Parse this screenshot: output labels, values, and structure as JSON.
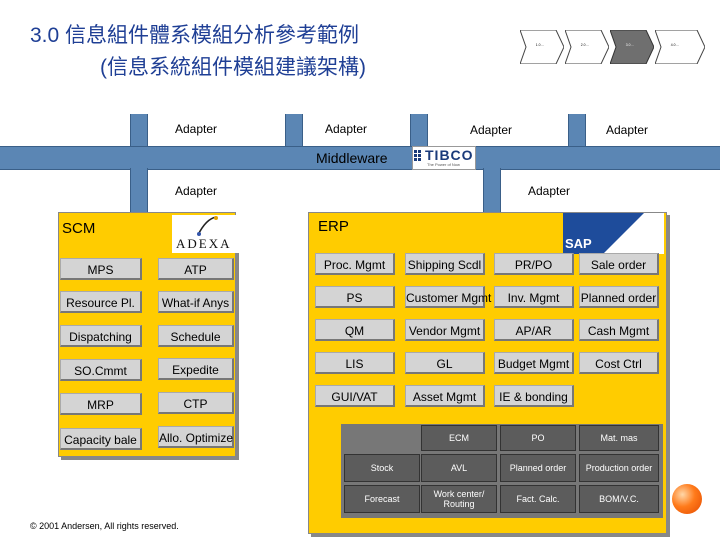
{
  "title": {
    "line1": "3.0  信息組件體系模組分析參考範例",
    "line2": "(信息系統組件模組建議架構)"
  },
  "steps": [
    {
      "label": "1.0 ..."
    },
    {
      "label": "2.0 ..."
    },
    {
      "label": "3.0 ..."
    },
    {
      "label": "4.0 ..."
    }
  ],
  "colors": {
    "bus": "#5b86b4",
    "panel": "#ffcc00",
    "module_box": "#d4d4d4",
    "dark_box": "#5c5c5c",
    "title": "#1f3f95"
  },
  "top_adapters": [
    "Adapter",
    "Adapter",
    "Adapter",
    "Adapter"
  ],
  "middleware": {
    "label": "Middleware",
    "logo": "TIBCO",
    "logo_tagline": "The Power of Now"
  },
  "bottom_adapters": [
    "Adapter",
    "Adapter"
  ],
  "scm": {
    "title": "SCM",
    "logo": "ADEXA",
    "left_col": [
      "MPS",
      "Resource Pl.",
      "Dispatching",
      "SO.Cmmt",
      "MRP",
      "Capacity bale"
    ],
    "right_col": [
      "ATP",
      "What-if Anys",
      "Schedule",
      "Expedite",
      "CTP",
      "Allo. Optimize"
    ]
  },
  "erp": {
    "title": "ERP",
    "logo": "SAP",
    "rows": [
      [
        "Proc. Mgmt",
        "Shipping Scdl",
        "PR/PO",
        "Sale order"
      ],
      [
        "PS",
        "Customer Mgmt",
        "Inv. Mgmt",
        "Planned order"
      ],
      [
        "QM",
        "Vendor Mgmt",
        "AP/AR",
        "Cash Mgmt"
      ],
      [
        "LIS",
        "GL",
        "Budget Mgmt",
        "Cost Ctrl"
      ],
      [
        "GUI/VAT",
        "Asset Mgmt",
        "IE & bonding"
      ]
    ],
    "dark_rows": [
      [
        "ECM",
        "PO",
        "Mat. mas"
      ],
      [
        "Stock",
        "AVL",
        "Planned order",
        "Production order"
      ],
      [
        "Forecast",
        "Work center/ Routing",
        "Fact. Calc.",
        "BOM/V.C."
      ]
    ]
  },
  "copyright": "© 2001 Andersen, All rights reserved."
}
